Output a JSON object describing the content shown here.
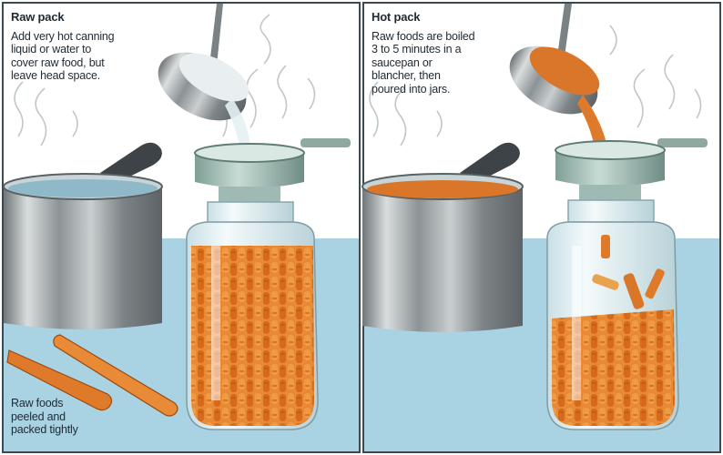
{
  "raw_pack": {
    "title": "Raw pack",
    "instruction": "Add very hot canning\nliquid or water to\ncover raw food, but\nleave head space.",
    "note": "Raw foods\npeeled and\npacked tightly"
  },
  "hot_pack": {
    "title": "Hot pack",
    "instruction": "Raw foods are boiled\n3 to 5 minutes in a\nsaucepan or\nblancher, then\npoured into jars."
  },
  "colors": {
    "counter": "#a9d3e2",
    "steel": "#9aa1a4",
    "funnel": "#a7c4bc",
    "carrot": "#e47c2a",
    "glass": "#dfeff3"
  }
}
